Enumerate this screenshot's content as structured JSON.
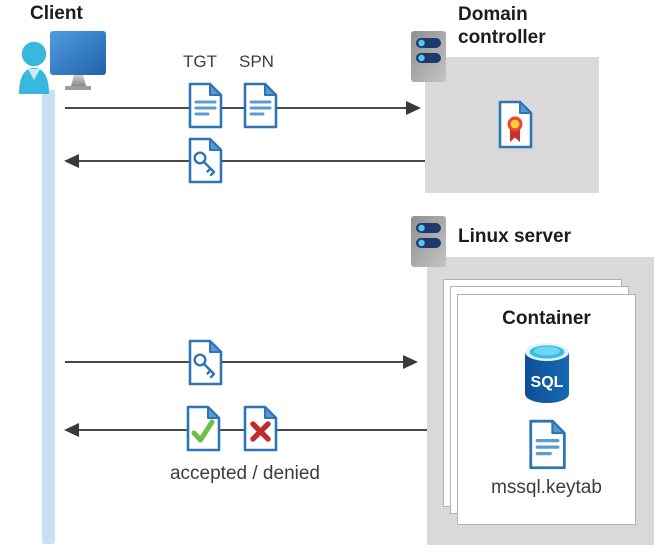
{
  "client": {
    "label": "Client"
  },
  "domain_controller": {
    "label": "Domain controller"
  },
  "linux_server": {
    "label": "Linux server"
  },
  "container": {
    "label": "Container",
    "file_label": "mssql.keytab"
  },
  "sql_badge": "SQL",
  "flow": {
    "tgt_label": "TGT",
    "spn_label": "SPN",
    "result_caption": "accepted / denied",
    "arrows": [
      {
        "name": "client-to-domain-controller",
        "direction": "right"
      },
      {
        "name": "domain-controller-to-client",
        "direction": "left"
      },
      {
        "name": "client-to-linux-server",
        "direction": "right"
      },
      {
        "name": "linux-server-to-client",
        "direction": "left"
      }
    ]
  },
  "icons": {
    "client": "user-with-monitor-icon",
    "domain_controller": "server-icon",
    "linux_server": "server-icon",
    "certificate": "certificate-ribbon-document-icon",
    "tgt": "text-document-icon",
    "spn": "text-document-icon",
    "ticket": "key-document-icon",
    "accepted": "check-document-icon",
    "denied": "x-document-icon",
    "database": "sql-database-cylinder-icon",
    "keytab": "text-document-icon"
  },
  "colors": {
    "doc_border": "#2e75b6",
    "doc_fold": "#5b9bd5",
    "doc_lines": "#5b9bd5",
    "box_gray": "#d9d9d9",
    "arrow": "#4a4a4a",
    "lifeline": "#c9dff6",
    "accepted_green": "#6cbf47",
    "denied_red": "#c02b30",
    "sql_blue": "#1159a5",
    "person_cyan": "#38b8df",
    "monitor_blue": "#2e6fb7",
    "server_bar_navy": "#1e3a6d",
    "server_dot_cyan": "#54c8f0",
    "cert_red": "#d8392f",
    "cert_yellow": "#ffd02e"
  }
}
